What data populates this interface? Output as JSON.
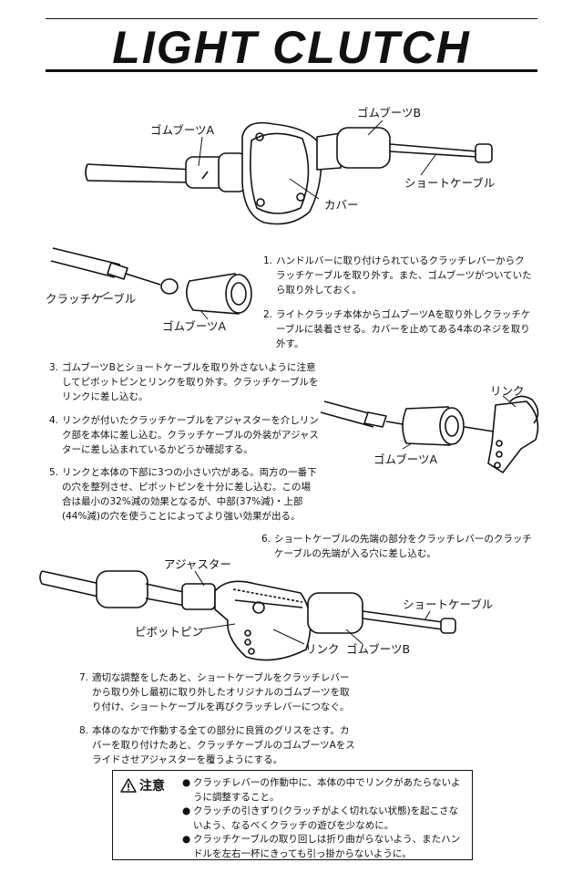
{
  "title": "LIGHT CLUTCH",
  "labels": {
    "top_boot_a": "ゴムブーツA",
    "top_boot_b": "ゴムブーツB",
    "top_short_cable": "ショートケーブル",
    "top_cover": "カバー",
    "mid_clutch_cable": "クラッチケーブル",
    "mid_boot_a": "ゴムブーツA",
    "link_label": "リンク",
    "link_boot_a": "ゴムブーツA",
    "bot_adjuster": "アジャスター",
    "bot_short_cable": "ショートケーブル",
    "bot_pivot_pin": "ピボットピン",
    "bot_link": "リンク",
    "bot_boot_b": "ゴムブーツB"
  },
  "steps": [
    {
      "num": "1.",
      "text": "ハンドルバーに取り付けられているクラッチレバーからクラッチケーブルを取り外す。また、ゴムブーツがついていたら取り外しておく。"
    },
    {
      "num": "2.",
      "text": "ライトクラッチ本体からゴムブーツAを取り外しクラッチケーブルに装着させる。カバーを止めてある4本のネジを取り外す。"
    },
    {
      "num": "3.",
      "text": "ゴムブーツBとショートケーブルを取り外さないように注意してピボットピンとリンクを取り外す。クラッチケーブルをリンクに差し込む。"
    },
    {
      "num": "4.",
      "text": "リンクが付いたクラッチケーブルをアジャスターを介しリンク部を本体に差し込む。クラッチケーブルの外装がアジャスターに差し込まれているかどうか確認する。"
    },
    {
      "num": "5.",
      "text": "リンクと本体の下部に3つの小さい穴がある。両方の一番下の穴を整列させ、ピボットピンを十分に差し込む。この場合は最小の32%減の効果となるが、中部(37%減)・上部(44%減)の穴を使うことによってより強い効果が出る。"
    },
    {
      "num": "6.",
      "text": "ショートケーブルの先端の部分をクラッチレバーのクラッチケーブルの先端が入る穴に差し込む。"
    },
    {
      "num": "7.",
      "text": "適切な調整をしたあと、ショートケーブルをクラッチレバーから取り外し最初に取り外したオリジナルのゴムブーツを取り付け、ショートケーブルを再びクラッチレバーにつなぐ。"
    },
    {
      "num": "8.",
      "text": "本体のなかで作動する全ての部分に良質のグリスをさす。カバーを取り付けたあと、クラッチケーブルのゴムブーツAをスライドさせアジャスターを覆うようにする。"
    }
  ],
  "caution": {
    "heading": "注意",
    "icon": "warning-triangle-icon",
    "items": [
      "クラッチレバーの作動中に、本体の中でリンクがあたらないように調整すること。",
      "クラッチの引きずり(クラッチがよく切れない状態)を起こさないよう、なるべくクラッチの遊びを少なめに。",
      "クラッチケーブルの取り回しは折り曲がらないよう、またハンドルを左右一杯にきっても引っ掛からないように。"
    ],
    "bullet": "●"
  }
}
